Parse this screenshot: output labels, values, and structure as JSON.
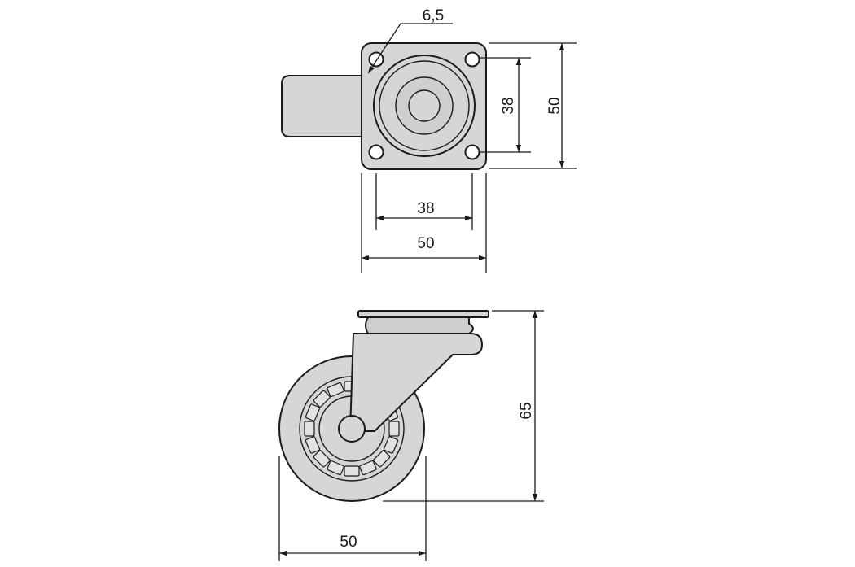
{
  "top_view": {
    "hole_diameter_label": "6,5",
    "hole_spacing_vertical_label": "38",
    "plate_height_label": "50",
    "hole_spacing_horizontal_label": "38",
    "plate_width_label": "50"
  },
  "side_view": {
    "overall_height_label": "65",
    "wheel_diameter_label": "50"
  },
  "colors": {
    "part_fill": "#d6d6d6",
    "part_fill_dark": "#c4c4c4",
    "line": "#1a1a1a"
  }
}
